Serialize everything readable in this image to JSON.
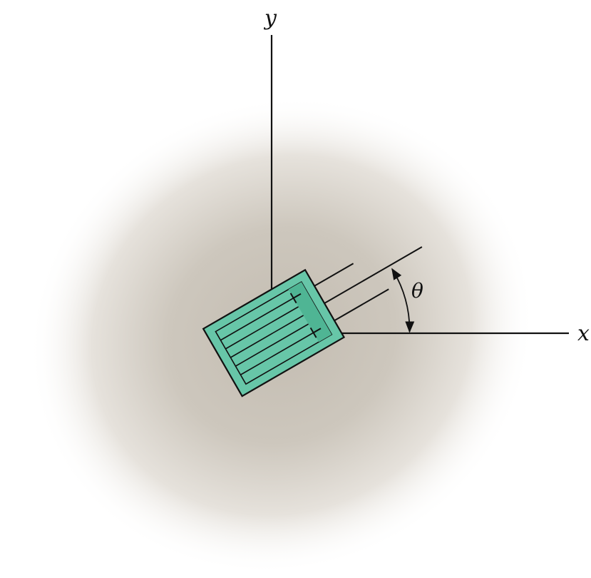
{
  "axes": {
    "x_label": "x",
    "y_label": "y"
  },
  "angle": {
    "symbol": "θ"
  },
  "colors": {
    "gauge_fill": "#67c6a8",
    "gauge_tab": "#4fb594",
    "line": "#111111",
    "surface_center": "#c3bcb1",
    "surface_edge": "#ffffff"
  }
}
